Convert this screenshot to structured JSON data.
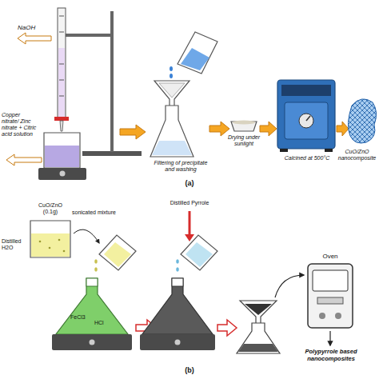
{
  "diagram": {
    "labels": [
      "NaOH",
      "Copper nitrate/ Zinc nitrate + Citric acid solution",
      "Filtering of precipitate and washing",
      "Drying under sunlight",
      "Calcined at 500°C",
      "CuO/ZnO nanocomposite",
      "(a)",
      "CuO/ZnO (0.1g)",
      "Distilled H2O",
      "sonicated mixture",
      "FeCl3",
      "HCl",
      "Distilled Pyrrole",
      "Oven",
      "Polypyrrole based nanocomposites",
      "(b)"
    ]
  }
}
